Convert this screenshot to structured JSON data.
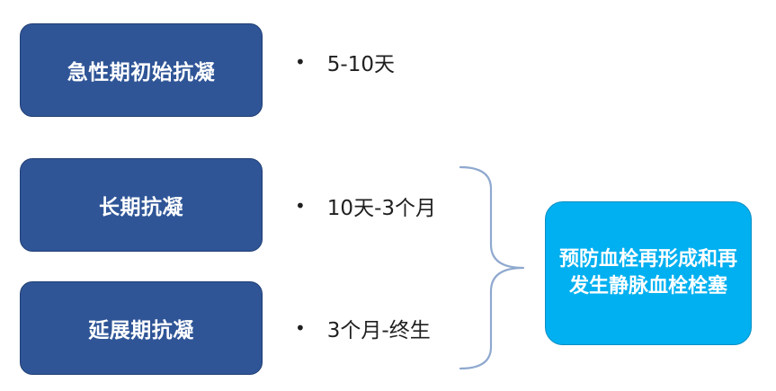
{
  "phases": [
    {
      "label": "急性期初始抗凝",
      "duration": "5-10天"
    },
    {
      "label": "长期抗凝",
      "duration": "10天-3个月"
    },
    {
      "label": "延展期抗凝",
      "duration": "3个月-终生"
    }
  ],
  "bullet_glyph": "•",
  "goal": {
    "text": "预防血栓再形成和再发生静脉血栓栓塞"
  },
  "colors": {
    "phase_fill": "#2f5597",
    "goal_fill": "#00b0f0",
    "brace_stroke": "#8fa9cf",
    "text_dark": "#1f1f1f"
  }
}
